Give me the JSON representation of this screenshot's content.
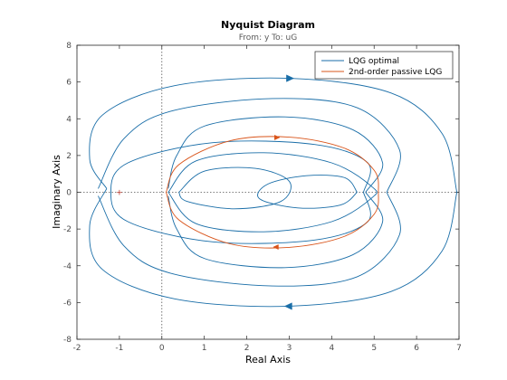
{
  "colors": {
    "lqg": "#1a6ea8",
    "passive": "#d9541a",
    "axis": "#4d4d4d",
    "background": "#ffffff"
  },
  "chart_data": {
    "type": "line",
    "title": "Nyquist Diagram",
    "subtitle": "From: y  To: uG",
    "xlabel": "Real Axis",
    "ylabel": "Imaginary Axis",
    "xlim": [
      -2,
      7
    ],
    "ylim": [
      -8,
      8
    ],
    "xticks": [
      "-2",
      "-1",
      "0",
      "1",
      "2",
      "3",
      "4",
      "5",
      "6",
      "7"
    ],
    "yticks": [
      "-8",
      "-6",
      "-4",
      "-2",
      "0",
      "2",
      "4",
      "6",
      "8"
    ],
    "grid": false,
    "reference_lines": [
      "x = 0",
      "y = 0"
    ],
    "legend_position": "top-right",
    "series": [
      {
        "name": "LQG optimal",
        "color": "#1a6ea8",
        "loops": [
          [
            [
              6.95,
              0
            ],
            [
              6.6,
              3.2
            ],
            [
              5.4,
              5.4
            ],
            [
              3.0,
              6.2
            ],
            [
              0.3,
              5.8
            ],
            [
              -1.4,
              4.2
            ],
            [
              -1.7,
              1.8
            ],
            [
              -1.3,
              0.2
            ]
          ],
          [
            [
              -1.3,
              0.2
            ],
            [
              -1.7,
              -1.8
            ],
            [
              -1.4,
              -4.2
            ],
            [
              0.3,
              -5.8
            ],
            [
              3.0,
              -6.2
            ],
            [
              5.4,
              -5.4
            ],
            [
              6.6,
              -3.2
            ],
            [
              6.95,
              0
            ]
          ],
          [
            [
              4.75,
              0
            ],
            [
              4.85,
              1.6
            ],
            [
              3.6,
              2.6
            ],
            [
              1.2,
              2.7
            ],
            [
              -0.8,
              1.6
            ],
            [
              -1.2,
              0
            ],
            [
              -0.8,
              -1.6
            ],
            [
              1.2,
              -2.7
            ],
            [
              3.6,
              -2.6
            ],
            [
              4.85,
              -1.6
            ],
            [
              4.75,
              0
            ]
          ],
          [
            [
              0.15,
              0
            ],
            [
              0.8,
              1.7
            ],
            [
              2.4,
              2.15
            ],
            [
              4.0,
              1.6
            ],
            [
              4.95,
              0.3
            ],
            [
              4.95,
              -0.3
            ],
            [
              4.0,
              -1.6
            ],
            [
              2.4,
              -2.15
            ],
            [
              0.8,
              -1.7
            ],
            [
              0.15,
              0
            ]
          ],
          [
            [
              4.8,
              0
            ],
            [
              5.2,
              1.6
            ],
            [
              4.5,
              3.4
            ],
            [
              2.9,
              4.1
            ],
            [
              1.0,
              3.6
            ],
            [
              0.35,
              2.0
            ],
            [
              0.15,
              0.2
            ]
          ],
          [
            [
              0.15,
              -0.2
            ],
            [
              0.35,
              -2.0
            ],
            [
              1.0,
              -3.6
            ],
            [
              2.9,
              -4.1
            ],
            [
              4.5,
              -3.4
            ],
            [
              5.2,
              -1.6
            ],
            [
              4.8,
              0
            ]
          ],
          [
            [
              5.3,
              0
            ],
            [
              5.6,
              2.3
            ],
            [
              4.6,
              4.6
            ],
            [
              2.6,
              5.1
            ],
            [
              0.2,
              4.4
            ],
            [
              -0.9,
              2.9
            ],
            [
              -1.5,
              0.2
            ]
          ],
          [
            [
              -1.5,
              -0.2
            ],
            [
              -0.9,
              -2.9
            ],
            [
              0.2,
              -4.4
            ],
            [
              2.6,
              -5.1
            ],
            [
              4.6,
              -4.6
            ],
            [
              5.6,
              -2.3
            ],
            [
              5.3,
              0
            ]
          ],
          [
            [
              0.4,
              0
            ],
            [
              1.0,
              1.15
            ],
            [
              2.2,
              1.3
            ],
            [
              3.0,
              0.6
            ],
            [
              2.8,
              -0.5
            ],
            [
              1.7,
              -0.9
            ],
            [
              0.6,
              -0.5
            ],
            [
              0.4,
              0
            ]
          ],
          [
            [
              4.6,
              0
            ],
            [
              4.3,
              0.8
            ],
            [
              3.4,
              0.9
            ],
            [
              2.5,
              0.45
            ],
            [
              2.3,
              -0.35
            ],
            [
              3.2,
              -0.85
            ],
            [
              4.2,
              -0.7
            ],
            [
              4.6,
              0
            ]
          ]
        ],
        "arrows": [
          {
            "at": [
              3.0,
              6.2
            ],
            "direction": "right"
          },
          {
            "at": [
              3.0,
              -6.2
            ],
            "direction": "left"
          }
        ]
      },
      {
        "name": "2nd-order passive LQG",
        "color": "#d9541a",
        "loops": [
          [
            [
              0.1,
              0
            ],
            [
              0.4,
              1.5
            ],
            [
              1.6,
              2.8
            ],
            [
              3.0,
              3.0
            ],
            [
              4.3,
              2.4
            ],
            [
              5.0,
              1.2
            ],
            [
              5.1,
              0
            ],
            [
              5.0,
              -1.2
            ],
            [
              4.3,
              -2.4
            ],
            [
              3.0,
              -3.0
            ],
            [
              1.6,
              -2.8
            ],
            [
              0.4,
              -1.5
            ],
            [
              0.1,
              0
            ]
          ]
        ],
        "arrows": [
          {
            "at": [
              2.7,
              2.98
            ],
            "direction": "right"
          },
          {
            "at": [
              2.7,
              -2.98
            ],
            "direction": "left"
          }
        ]
      }
    ]
  }
}
